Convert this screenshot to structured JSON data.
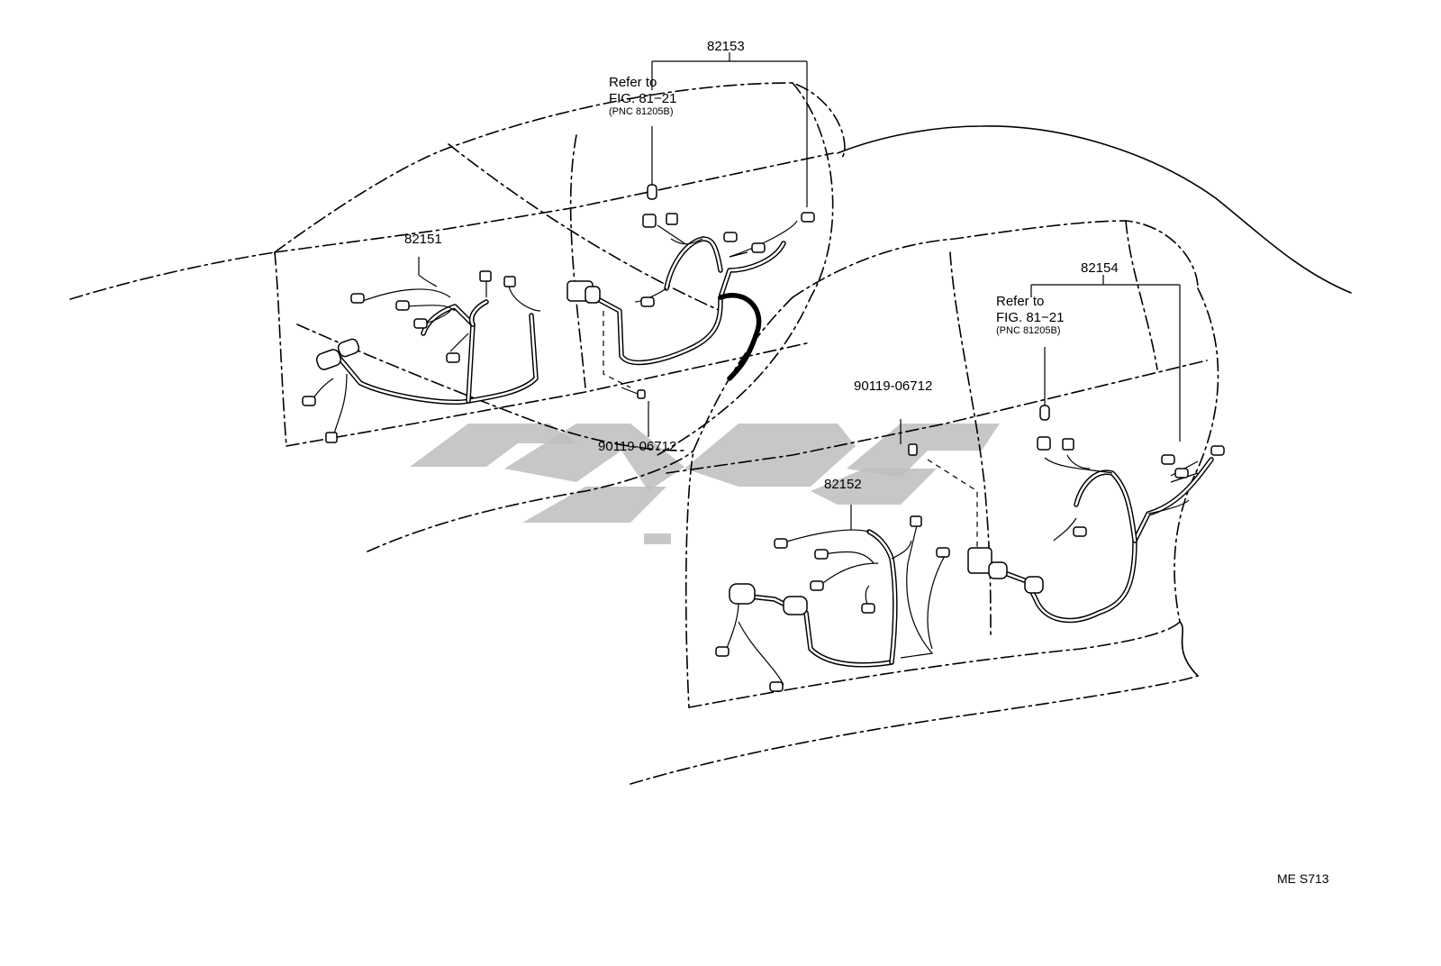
{
  "parts": {
    "harness_front_left": "82151",
    "harness_front_right": "82152",
    "harness_rear_left": "82153",
    "harness_rear_right": "82154",
    "screw_left": "90119-06712",
    "screw_right": "90119-06712"
  },
  "references": {
    "left": {
      "line1": "Refer to",
      "line2": "FIG. 81−21",
      "line3": "(PNC 81205B)"
    },
    "right": {
      "line1": "Refer to",
      "line2": "FIG. 81−21",
      "line3": "(PNC 81205B)"
    }
  },
  "drawing_code": "ME S713"
}
